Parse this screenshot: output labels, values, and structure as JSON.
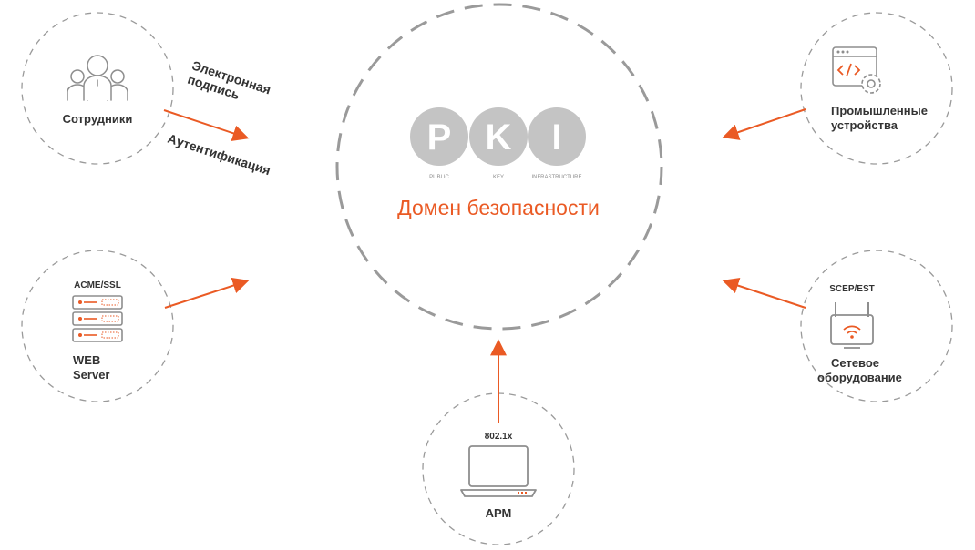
{
  "colors": {
    "accent": "#ea5a24",
    "dash": "#9a9a9a",
    "pki_circle": "#c4c4c4",
    "icon": "#8e8e8e",
    "text": "#333333"
  },
  "center": {
    "pki": {
      "p": "P",
      "k": "K",
      "i": "I"
    },
    "pki_sub": {
      "public": "PUBLIC",
      "key": "KEY",
      "infrastructure": "INFRASTRUCTURE"
    },
    "domain_label": "Домен безопасности"
  },
  "nodes": {
    "employees": {
      "label": "Сотрудники",
      "icon": "people-icon"
    },
    "web_server": {
      "tag": "ACME/SSL",
      "label_line1": "WEB",
      "label_line2": "Server",
      "icon": "server-rack-icon"
    },
    "workstation": {
      "tag": "802.1x",
      "label": "АРМ",
      "icon": "laptop-icon"
    },
    "industrial": {
      "label_line1": "Промышленные",
      "label_line2": "устройства",
      "icon": "code-gear-icon"
    },
    "network": {
      "tag": "SCEP/EST",
      "label_line1": "Сетевое",
      "label_line2": "оборудование",
      "icon": "wifi-router-icon"
    }
  },
  "arrow_labels": {
    "esign_line1": "Электронная",
    "esign_line2": "подпись",
    "auth": "Аутентификация"
  }
}
